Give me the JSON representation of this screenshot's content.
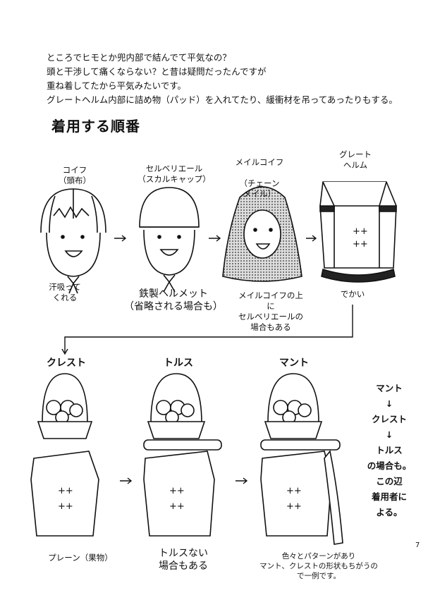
{
  "intro": {
    "lines": [
      "ところでヒモとか兜内部で結んでて平気なの？",
      "頭と干渉して痛くならない？と昔は疑問だったんですが",
      "重ね着してたから平気みたいです。",
      "グレートヘルム内部に詰め物（パッド）を入れてたり、緩衝材を吊ってあったりもする。"
    ]
  },
  "heading": "着用する順番",
  "row1": {
    "coif": {
      "title": "コイフ",
      "subtitle": "（頭布）",
      "caption": "汗吸って\nくれる"
    },
    "cervelliere": {
      "title": "セルベリエール",
      "subtitle": "（スカルキャップ）",
      "caption": "鉄製ヘルメット",
      "caption2": "（省略される場合も）"
    },
    "mail_coif": {
      "title": "メイルコイフ",
      "subtitle": "（チェーン\nメイル）",
      "caption": "メイルコイフの上に\nセルベリエールの\n場合もある"
    },
    "great_helm": {
      "title": "グレート\nヘルム",
      "caption": "でかい"
    }
  },
  "row2": {
    "crest": {
      "title": "クレスト",
      "caption": "プレーン（果物）"
    },
    "torse": {
      "title": "トルス",
      "caption": "トルスない\n場合もある"
    },
    "mantle": {
      "title": "マント",
      "caption": "色々とパターンがあり\nマント、クレストの形状もちがうの\nで一例です。"
    }
  },
  "side_note": {
    "lines": [
      "マント",
      "↓",
      "クレスト",
      "↓",
      "トルス",
      "の場合も。",
      "この辺",
      "着用者に",
      "よる。"
    ]
  },
  "page_number": "7",
  "icons": {
    "arrow": "→"
  }
}
